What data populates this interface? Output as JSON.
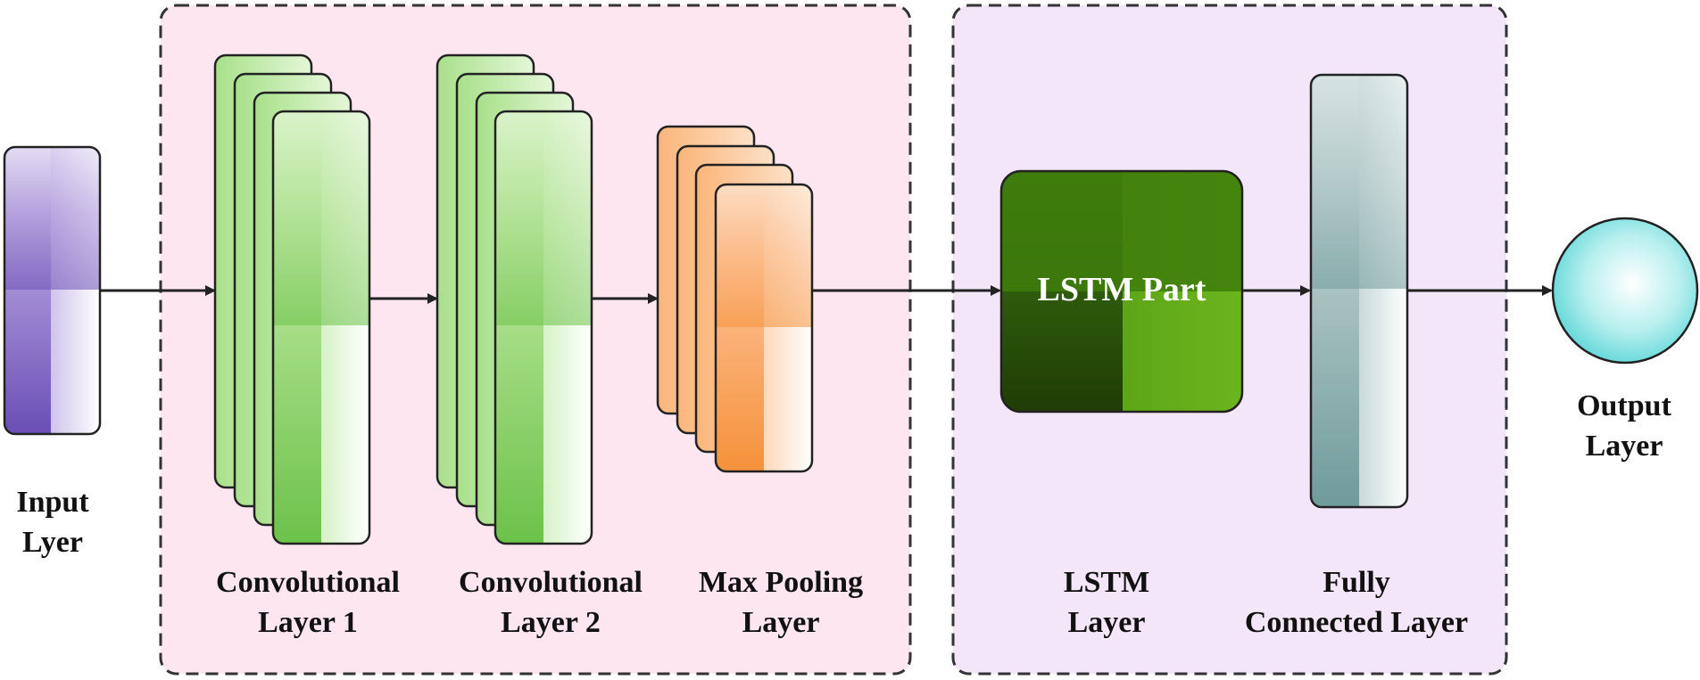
{
  "groups": {
    "cnn_part": {
      "fill": "#fde6ef",
      "border": "#333333"
    },
    "lstm_part": {
      "fill": "#f3e6f8",
      "border": "#333333"
    }
  },
  "layers": {
    "input": {
      "lines": [
        "Input",
        "Lyer"
      ],
      "color": "#6a4fb5"
    },
    "conv1": {
      "lines": [
        "Convolutional",
        "Layer 1"
      ],
      "color": "#6cc24a"
    },
    "conv2": {
      "lines": [
        "Convolutional",
        "Layer 2"
      ],
      "color": "#6cc24a"
    },
    "maxpool": {
      "lines": [
        "Max Pooling",
        "Layer"
      ],
      "color": "#f5923a"
    },
    "lstm": {
      "lines": [
        "LSTM",
        "Layer"
      ],
      "inner_text": "LSTM Part",
      "color": "#4a8a0f"
    },
    "fc": {
      "lines": [
        "Fully",
        "Connected Layer"
      ],
      "color": "#6f9b9a"
    },
    "output": {
      "lines": [
        "Output",
        "Layer"
      ],
      "color": "#5cd6d6"
    }
  }
}
